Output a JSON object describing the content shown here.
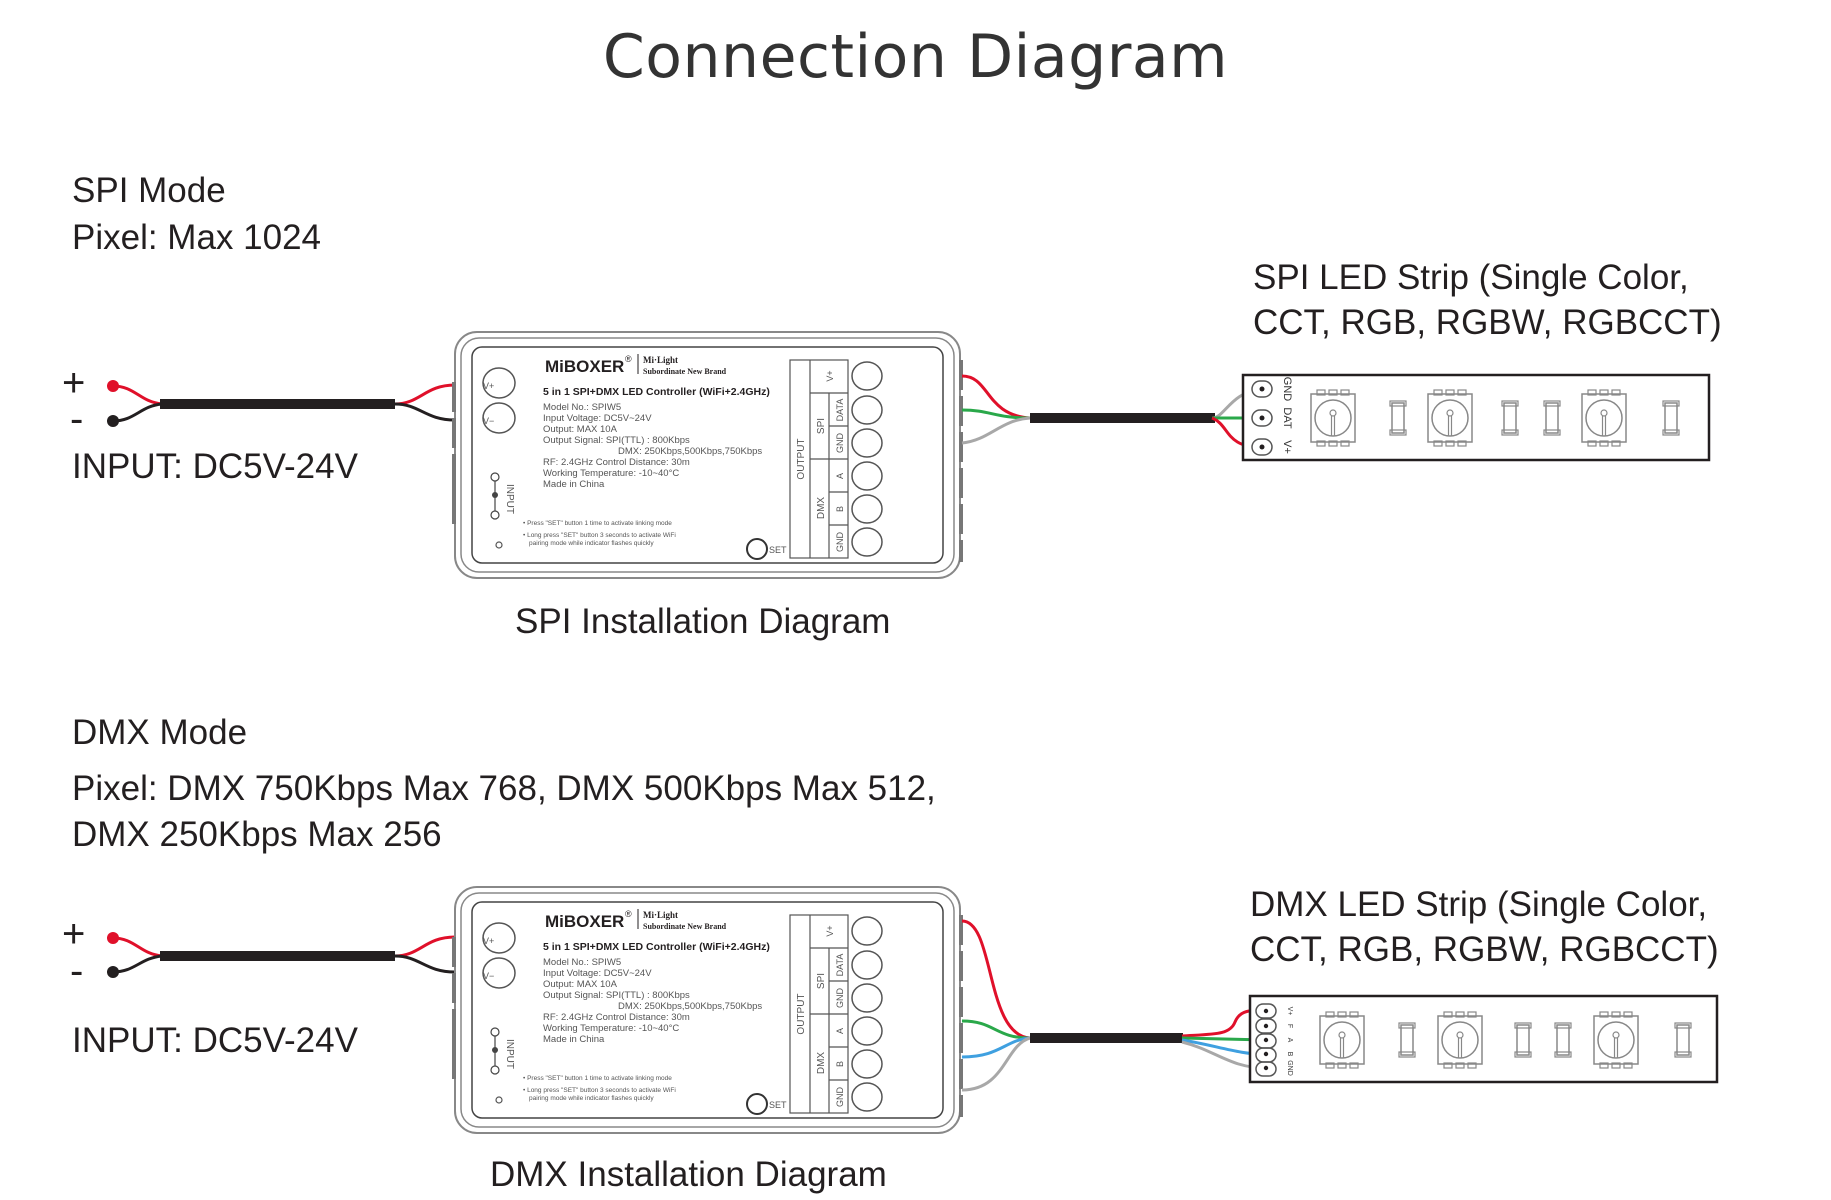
{
  "title": "Connection Diagram",
  "spi": {
    "mode_title": "SPI Mode",
    "pixel_info": "Pixel: Max 1024",
    "input_plus": "+",
    "input_minus": "-",
    "input_label": "INPUT: DC5V-24V",
    "strip_label_line1": "SPI LED Strip (Single Color,",
    "strip_label_line2": "CCT, RGB, RGBW, RGBCCT)",
    "strip_pads": [
      "GND",
      "DAT",
      "V+"
    ],
    "caption": "SPI Installation Diagram",
    "wires": [
      {
        "terminal": "V+",
        "pad": "V+",
        "color": "#e0102a"
      },
      {
        "terminal": "DATA",
        "pad": "DAT",
        "color": "#2aa84a"
      },
      {
        "terminal": "GND",
        "pad": "GND",
        "color": "#a8a8a8"
      }
    ]
  },
  "dmx": {
    "mode_title": "DMX Mode",
    "pixel_info_line1": "Pixel: DMX 750Kbps Max 768, DMX 500Kbps Max 512,",
    "pixel_info_line2": "DMX 250Kbps Max 256",
    "input_plus": "+",
    "input_minus": "-",
    "input_label": "INPUT: DC5V-24V",
    "strip_label_line1": "DMX LED Strip (Single Color,",
    "strip_label_line2": "CCT, RGB, RGBW, RGBCCT)",
    "strip_pads": [
      "V+",
      "F",
      "A",
      "B",
      "GND"
    ],
    "caption": "DMX Installation Diagram",
    "wires": [
      {
        "terminal": "V+",
        "pad": "V+",
        "color": "#e0102a"
      },
      {
        "terminal": "A",
        "pad": "A",
        "color": "#2aa84a"
      },
      {
        "terminal": "B",
        "pad": "B",
        "color": "#3fa0e0"
      },
      {
        "terminal": "GND",
        "pad": "GND",
        "color": "#a8a8a8"
      }
    ]
  },
  "controller": {
    "brand": "MiBOXER",
    "registered": "®",
    "sub_brand_line1": "Mi·Light",
    "sub_brand_line2": "Subordinate New Brand",
    "product": "5 in 1 SPI+DMX LED Controller (WiFi+2.4GHz)",
    "specs": [
      "Model No.: SPIW5",
      "Input Voltage: DC5V~24V",
      "Output: MAX 10A",
      "Output Signal: SPI(TTL) : 800Kbps",
      "DMX: 250Kbps,500Kbps,750Kbps",
      "RF: 2.4GHz  Control Distance: 30m",
      "Working Temperature: -10~40°C",
      "Made in China"
    ],
    "notes": [
      "Press \"SET\" button 1 time to activate linking mode",
      "Long press \"SET\" button 3 seconds to activate WiFi",
      "pairing mode while indicator flashes quickly"
    ],
    "input_terminals": [
      "V+",
      "V−"
    ],
    "input_label": "INPUT",
    "set_label": "SET",
    "output_label": "OUTPUT",
    "output_groups": [
      "SPI",
      "DMX"
    ],
    "output_terminals": [
      "V+",
      "DATA",
      "GND",
      "A",
      "B",
      "GND"
    ]
  },
  "colors": {
    "wire_red": "#e0102a",
    "wire_black": "#231f20",
    "wire_green": "#2aa84a",
    "wire_blue": "#3fa0e0",
    "wire_gray": "#a8a8a8",
    "outline": "#555555"
  }
}
